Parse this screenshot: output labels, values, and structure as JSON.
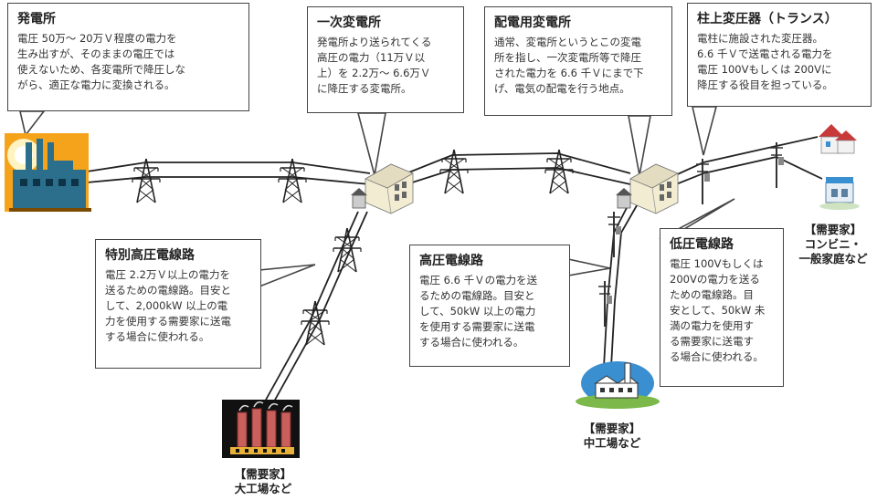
{
  "callouts": {
    "power_plant": {
      "title": "発電所",
      "lines": [
        "電圧 50万〜 20万Ｖ程度の電力を",
        "生み出すが、そのままの電圧では",
        "使えないため、各変電所で降圧しな",
        "がら、適正な電力に変換される。"
      ]
    },
    "primary_substation": {
      "title": "一次変電所",
      "lines": [
        "発電所より送られてくる",
        "高圧の電力（11万Ｖ以",
        "上）を 2.2万〜 6.6万Ｖ",
        "に降圧する変電所。"
      ]
    },
    "distribution_substation": {
      "title": "配電用変電所",
      "lines": [
        "通常、変電所というとこの変電",
        "所を指し、一次変電所等で降圧",
        "された電力を 6.6 千Ｖにまで下",
        "げ、電気の配電を行う地点。"
      ]
    },
    "pole_transformer": {
      "title": "柱上変圧器（トランス）",
      "lines": [
        "電柱に施設された変圧器。",
        "6.6 千Ｖで送電される電力を",
        "電圧 100Vもしくは 200Vに",
        "降圧する役目を担っている。"
      ]
    },
    "extra_high_line": {
      "title": "特別高圧電線路",
      "lines": [
        "電圧 2.2万Ｖ以上の電力を",
        "送るための電線路。目安と",
        "して、2,000kW 以上の電",
        "力を使用する需要家に送電",
        "する場合に使われる。"
      ]
    },
    "high_line": {
      "title": "高圧電線路",
      "lines": [
        "電圧 6.6 千Ｖの電力を送",
        "るための電線路。目安と",
        "して、50kW 以上の電力",
        "を使用する需要家に送電",
        "する場合に使われる。"
      ]
    },
    "low_line": {
      "title": "低圧電線路",
      "lines": [
        "電圧 100Vもしくは",
        "200Vの電力を送る",
        "ための電線路。目",
        "安として、50kW 未",
        "満の電力を使用す",
        "る需要家に送電す",
        "る場合に使われる。"
      ]
    }
  },
  "consumers": {
    "large_factory": {
      "tag": "【需要家】",
      "name": "大工場など"
    },
    "medium_factory": {
      "tag": "【需要家】",
      "name": "中工場など"
    },
    "households": {
      "tag": "【需要家】",
      "name1": "コンビニ・",
      "name2": "一般家庭など"
    }
  },
  "colors": {
    "border": "#444444",
    "wire": "#222222",
    "sun": "#f5a31a",
    "plant": "#2b6f8c",
    "substation": "#f2ecd2",
    "factory_pipes": "#c9605b",
    "sky": "#3a8fd0",
    "house_roof": "#c8393a",
    "house_wall": "#f2f2f2"
  },
  "icons": [
    "power-plant-icon",
    "transmission-tower-icon",
    "substation-icon",
    "utility-pole-icon",
    "large-factory-icon",
    "medium-factory-icon",
    "house-icon",
    "store-icon"
  ]
}
